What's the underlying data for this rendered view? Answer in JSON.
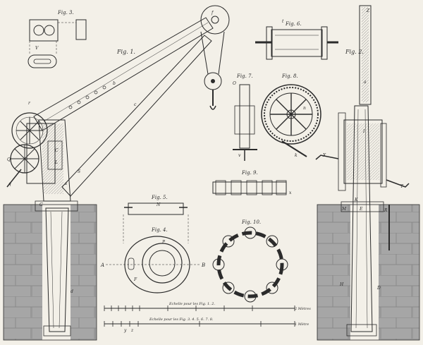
{
  "labels": {
    "fig1": "Fig. 1.",
    "fig2": "Fig. 2.",
    "fig3": "Fig. 3.",
    "fig4": "Fig. 4.",
    "fig5": "Fig. 5.",
    "fig6": "Fig. 6.",
    "fig7": "Fig. 7.",
    "fig8": "Fig. 8.",
    "fig9": "Fig. 9.",
    "fig10": "Fig. 10."
  },
  "letters": {
    "A": "A",
    "B": "B",
    "C": "C",
    "D": "D",
    "E": "E",
    "F": "F",
    "G": "G",
    "H": "H",
    "I": "I",
    "K": "K",
    "L": "L",
    "M": "M",
    "N": "N",
    "O": "O",
    "P": "P",
    "Q": "Q",
    "R": "R",
    "S": "S",
    "T": "T",
    "V": "V",
    "X": "X",
    "Z": "Z",
    "a": "a",
    "b": "b",
    "c": "c",
    "d": "d",
    "f": "f",
    "k": "k",
    "n": "n",
    "q": "q",
    "r": "r",
    "s": "s",
    "t": "t",
    "v": "v",
    "x": "x",
    "y": "y",
    "z": "z"
  },
  "scales": {
    "scale1_caption": "Echelle pour les Fig. 1. 2.",
    "scale1_end": "2 Mètres",
    "scale2_caption": "Echelle pour les Fig. 3. 4. 5. 6. 7. 8.",
    "scale2_end": "1 Mètre"
  },
  "colors": {
    "paper": "#f3f0e8",
    "ink": "#2b2b2b",
    "masonry": "#a9a9a9"
  }
}
